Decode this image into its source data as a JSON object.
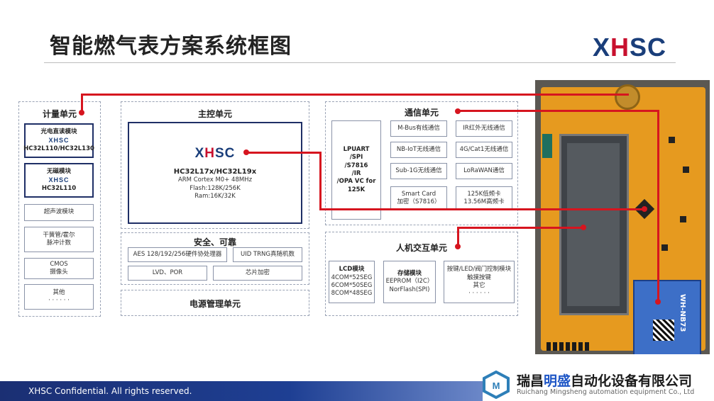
{
  "header": {
    "title": "智能燃气表方案系统框图",
    "logo": {
      "x": "X",
      "h": "H",
      "sc": "SC"
    }
  },
  "metering": {
    "title": "计量单元",
    "items": [
      {
        "line1": "光电直读模块",
        "line2": "XHSC",
        "line3": "HC32L110/HC32L130"
      },
      {
        "line1": "无磁模块",
        "line2": "XHSC",
        "line3": "HC32L110"
      },
      {
        "line1": "超声波模块"
      },
      {
        "line1": "干簧管/霍尔",
        "line2": "脉冲计数"
      },
      {
        "line1": "CMOS",
        "line2": "摄像头"
      },
      {
        "line1": "其他",
        "line2": "· · · · · ·"
      }
    ]
  },
  "main_control": {
    "title": "主控单元",
    "logo_x": "X",
    "logo_h": "H",
    "logo_sc": "SC",
    "chip": "HC32L17x/HC32L19x",
    "spec1": "ARM Cortex M0+ 48MHz",
    "spec2": "Flash:128K/256K",
    "spec3": "Ram:16K/32K"
  },
  "security": {
    "title": "安全、可靠",
    "items": [
      "AES 128/192/256硬件协处理器",
      "UID TRNG真随机数",
      "LVD、POR",
      "芯片加密"
    ]
  },
  "power": {
    "title": "电源管理单元"
  },
  "communication": {
    "title": "通信单元",
    "interfaces": [
      "LPUART",
      "/SPI",
      "/S7816",
      "/IR",
      "/OPA VC for",
      "125K"
    ],
    "items": [
      {
        "l1": "M-Bus有线通信"
      },
      {
        "l1": "IR红外无线通信"
      },
      {
        "l1": "NB-IoT无线通信"
      },
      {
        "l1": "4G/Cat1无线通信"
      },
      {
        "l1": "Sub-1G无线通信"
      },
      {
        "l1": "LoRaWAN通信"
      },
      {
        "l1": "Smart Card",
        "l2": "加密（S7816）"
      },
      {
        "l1": "125K低频卡",
        "l2": "13.56M高频卡"
      }
    ]
  },
  "hmi": {
    "title": "人机交互单元",
    "lcd": {
      "title": "LCD模块",
      "l1": "4COM*52SEG",
      "l2": "6COM*50SEG",
      "l3": "8COM*48SEG"
    },
    "storage": {
      "title": "存储模块",
      "l1": "EEPROM（I2C）",
      "l2": "NorFlash(SPI)"
    },
    "keys": {
      "l1": "按键/LED/阀门控制模块",
      "l2": "触摸按键",
      "l3": "其它",
      "l4": "· · · · · ·"
    }
  },
  "board": {
    "module_label": "WH-NB73"
  },
  "footer": {
    "text": "XHSC Confidential. All rights reserved."
  },
  "company": {
    "cn_a": "瑞昌",
    "cn_b": "明盛",
    "cn_c": "自动化设备有限公司",
    "en": "Ruichang Mingsheng automation equipment Co., Ltd"
  },
  "colors": {
    "accent": "#d6151f",
    "brand_blue": "#1a3e7a",
    "footer": "#1e3f93"
  }
}
